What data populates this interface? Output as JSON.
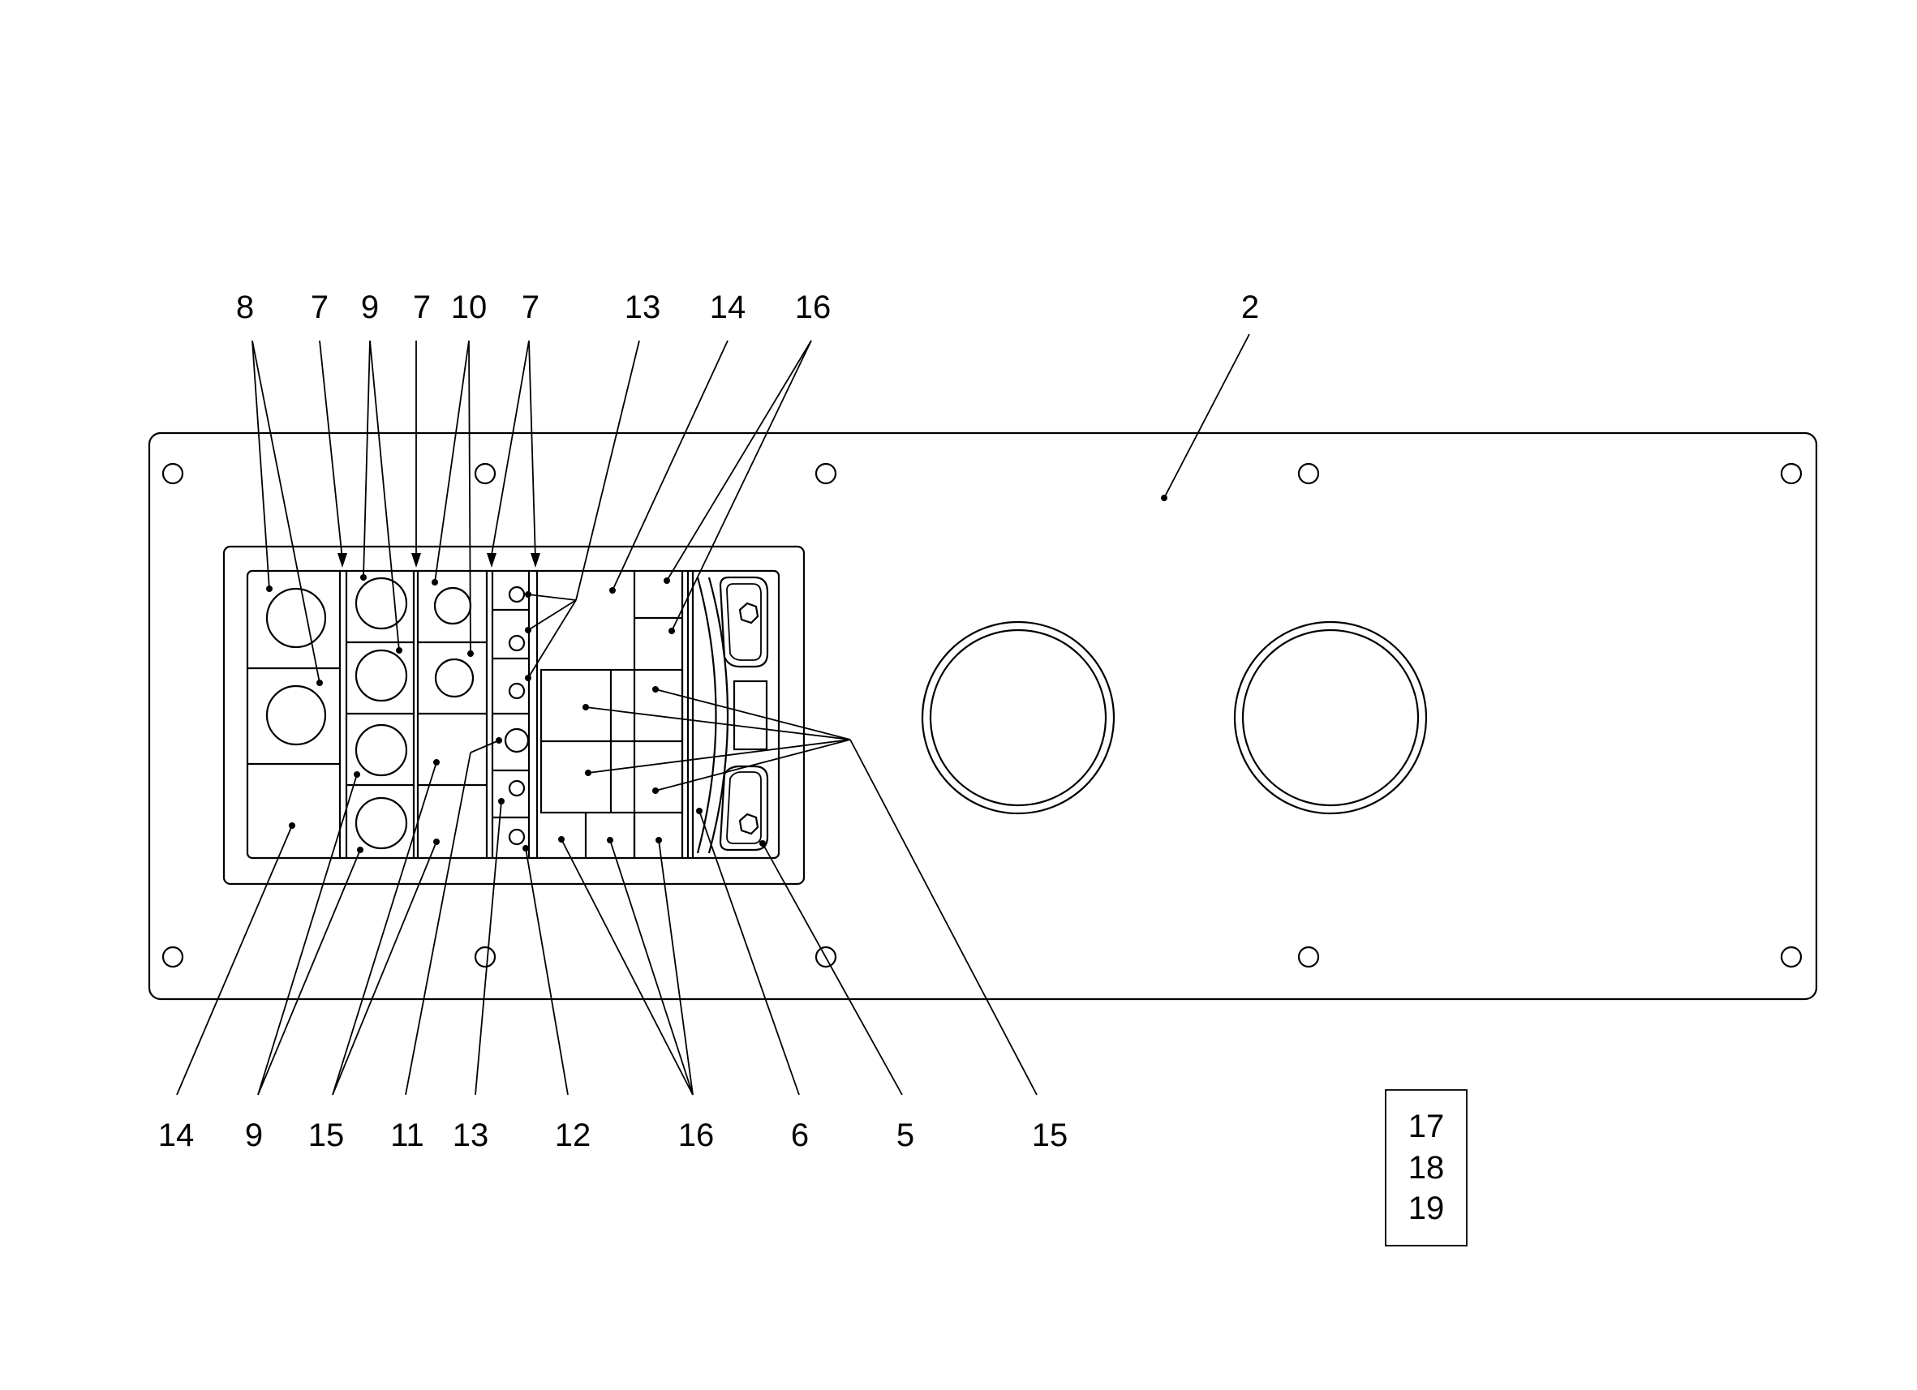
{
  "callouts": {
    "top": [
      "8",
      "7",
      "9",
      "7",
      "10",
      "7",
      "13",
      "14",
      "16",
      "2"
    ],
    "bottom": [
      "14",
      "9",
      "15",
      "11",
      "13",
      "12",
      "16",
      "6",
      "5",
      "15"
    ]
  },
  "legend_box": {
    "lines": [
      "17",
      "18",
      "19"
    ]
  }
}
